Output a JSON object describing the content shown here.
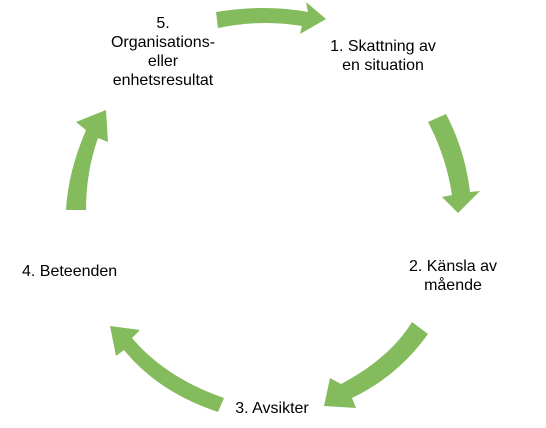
{
  "diagram": {
    "type": "cycle",
    "arrow_color": "#84bb5c",
    "text_color": "#000000",
    "steps": [
      {
        "lines": [
          "1. Skattning av",
          "en situation"
        ]
      },
      {
        "lines": [
          "2. Känsla av",
          "mående"
        ]
      },
      {
        "lines": [
          "3. Avsikter"
        ]
      },
      {
        "lines": [
          "4. Beteenden"
        ]
      },
      {
        "lines": [
          "5.",
          "Organisations-",
          "eller",
          "enhetsresultat"
        ]
      }
    ]
  }
}
